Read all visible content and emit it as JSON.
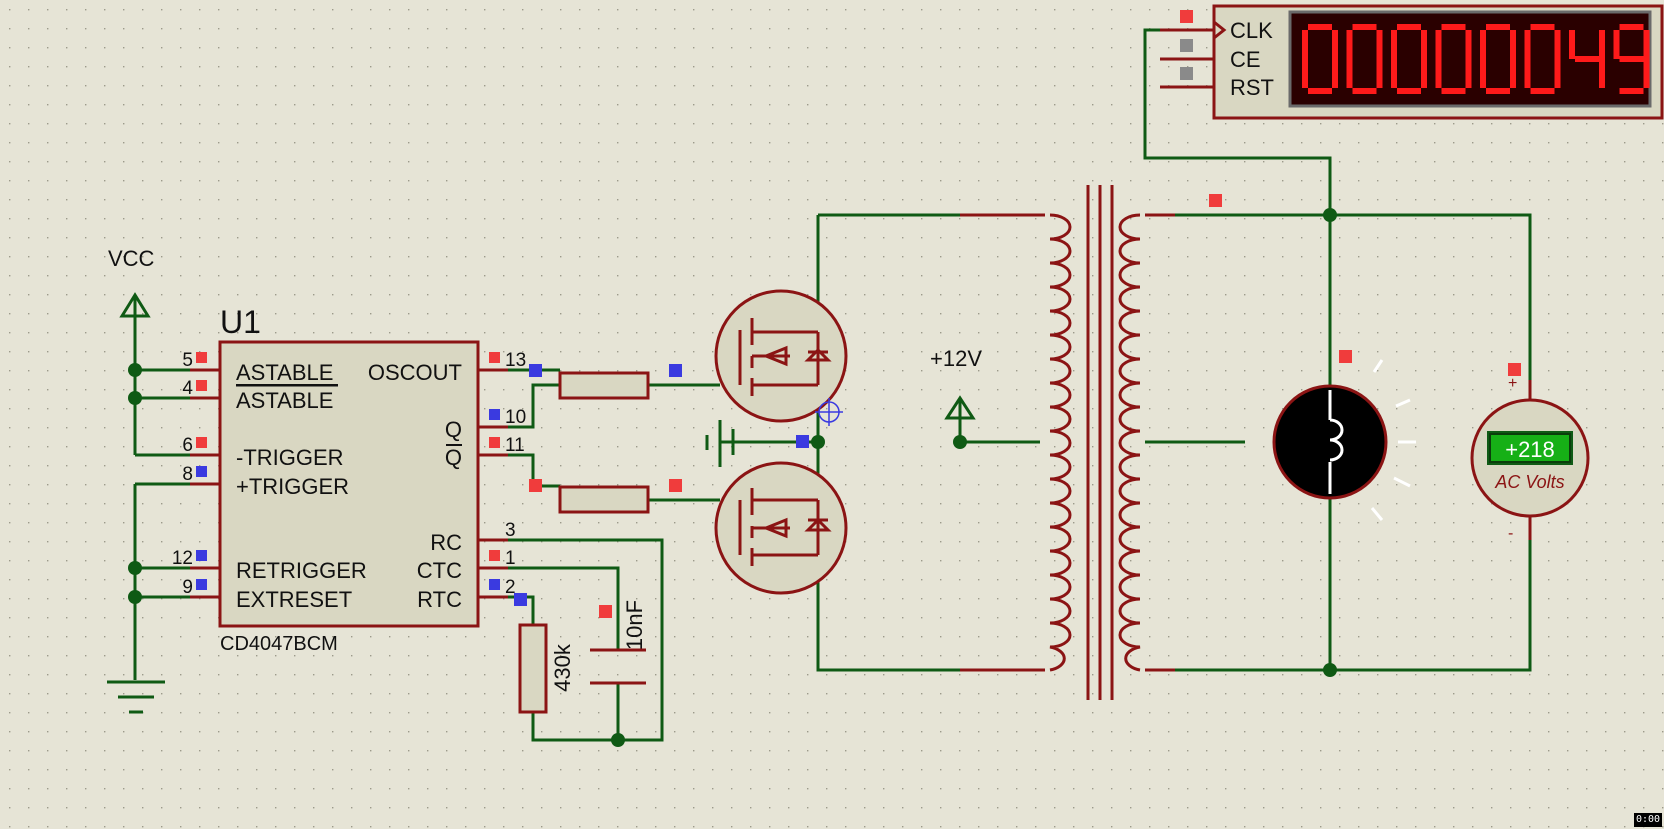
{
  "ic": {
    "ref": "U1",
    "part": "CD4047BCM",
    "pins_left": [
      {
        "num": "5",
        "label": "ASTABLE"
      },
      {
        "num": "4",
        "label": "ASTABLE"
      },
      {
        "num": "6",
        "label": "-TRIGGER"
      },
      {
        "num": "8",
        "label": "+TRIGGER"
      },
      {
        "num": "12",
        "label": "RETRIGGER"
      },
      {
        "num": "9",
        "label": "EXTRESET"
      }
    ],
    "pins_right": [
      {
        "num": "13",
        "label": "OSCOUT"
      },
      {
        "num": "10",
        "label": "Q"
      },
      {
        "num": "11",
        "label": "Q"
      },
      {
        "num": "3",
        "label": "RC"
      },
      {
        "num": "1",
        "label": "CTC"
      },
      {
        "num": "2",
        "label": "RTC"
      }
    ]
  },
  "power": {
    "vcc": "VCC",
    "v12": "+12V"
  },
  "resistor_label": "430k",
  "capacitor_label": "10nF",
  "counter": {
    "pins": [
      "CLK",
      "CE",
      "RST"
    ],
    "display": "00000049"
  },
  "voltmeter": {
    "reading": "+218",
    "unit": "AC Volts",
    "plus": "+",
    "minus": "-"
  },
  "status": "0:00",
  "colors": {
    "wire": "#0f5a14",
    "component": "#8b1414",
    "background": "#e6e4d6",
    "segment": "#ff1a1a"
  }
}
